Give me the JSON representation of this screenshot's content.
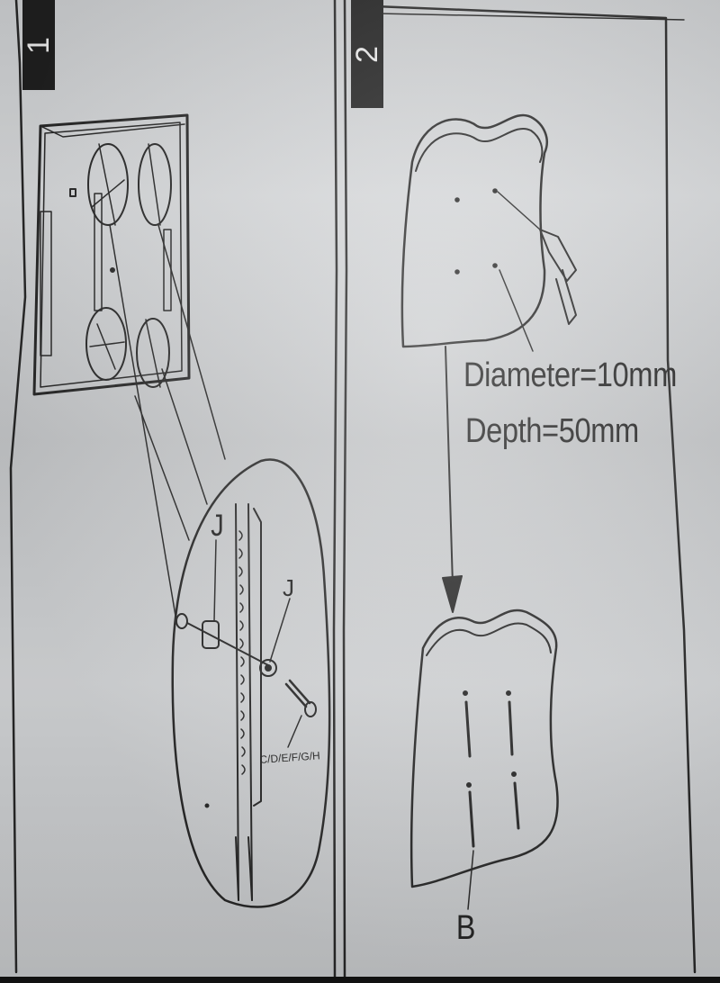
{
  "steps": {
    "step1": {
      "number": "1"
    },
    "step2": {
      "number": "2"
    }
  },
  "step1": {
    "bracket_label": "J",
    "anchor_label": "J",
    "screw_label": "C/D/E/F/G/H"
  },
  "step2": {
    "diameter_text": "Diameter=10mm",
    "depth_text": "Depth=50mm",
    "anchor_label": "B"
  },
  "colors": {
    "paper": "#cfd1d3",
    "ink": "#262626",
    "badge": "#1f1f1f"
  }
}
